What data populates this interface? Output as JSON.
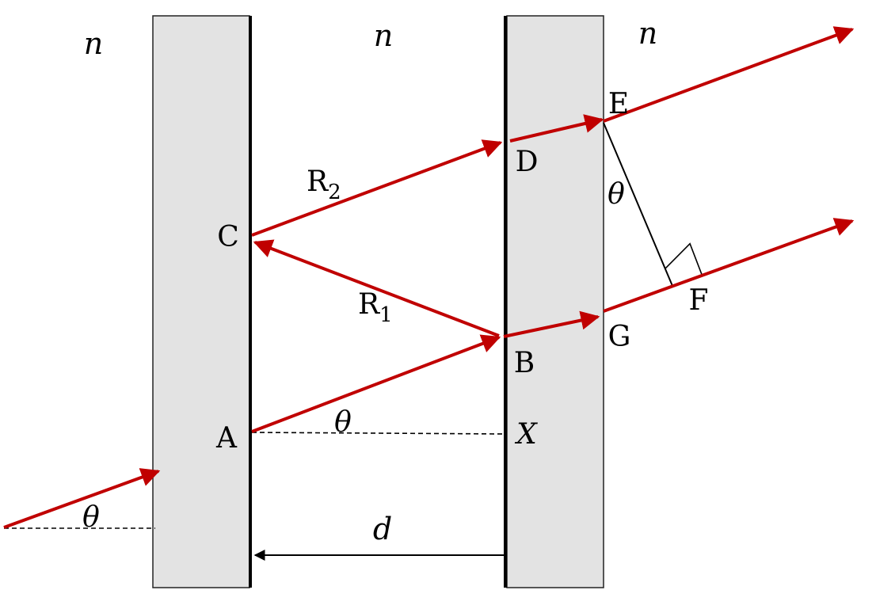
{
  "medium": {
    "n_left": "n",
    "n_middle": "n",
    "n_right": "n"
  },
  "points": {
    "A": "A",
    "B": "B",
    "C": "C",
    "D": "D",
    "E": "E",
    "F": "F",
    "G": "G",
    "X": "X"
  },
  "rays": {
    "r1": "R",
    "r1_sub": "1",
    "r2": "R",
    "r2_sub": "2"
  },
  "angles": {
    "incident": "θ",
    "internal": "θ",
    "exit": "θ"
  },
  "distance": {
    "d": "d"
  },
  "colors": {
    "ray": "#c00000",
    "plate_fill": "#e3e3e3",
    "edge": "#000000"
  }
}
